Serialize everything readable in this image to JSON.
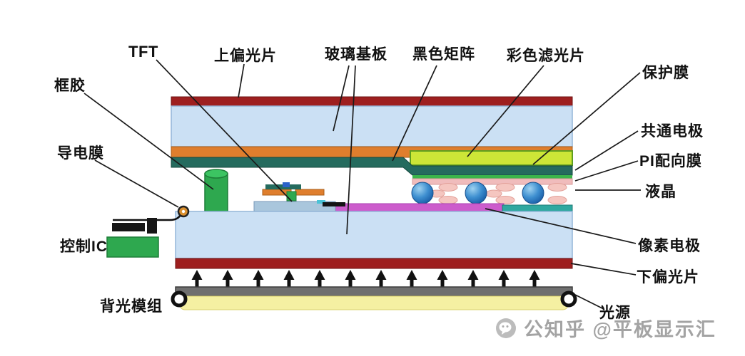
{
  "labels": {
    "tft": "TFT",
    "upper_polarizer": "上偏光片",
    "glass_substrate": "玻璃基板",
    "black_matrix": "黑色矩阵",
    "color_filter": "彩色滤光片",
    "protective_film": "保护膜",
    "common_electrode": "共通电极",
    "pi_alignment_film": "PI配向膜",
    "liquid_crystal": "液晶",
    "frame_sealant": "框胶",
    "conductive_film": "导电膜",
    "control_ic": "控制IC",
    "pixel_electrode": "像素电极",
    "lower_polarizer": "下偏光片",
    "backlight_module": "背光模组",
    "light_source": "光源"
  },
  "watermark": {
    "text": "公知乎 @平板显示汇"
  },
  "colors": {
    "polarizer": "#9e1f1f",
    "glass": "#cbe0f4",
    "orange_layer": "#df7e2d",
    "teal_layer": "#256b5e",
    "color_filter_layer": "#cde637",
    "green_strip": "#3bb54a",
    "pi_film_layer": "#f0bcbc",
    "lc_ellipse": "#f5c6c0",
    "pixel_electrode_layer": "#cc5ccc",
    "cyan_segment": "#2fa8a0",
    "sealant_green": "#2ea84f",
    "backlight_plate": "#6f6f6f",
    "light_guide": "#f5f0a2"
  }
}
